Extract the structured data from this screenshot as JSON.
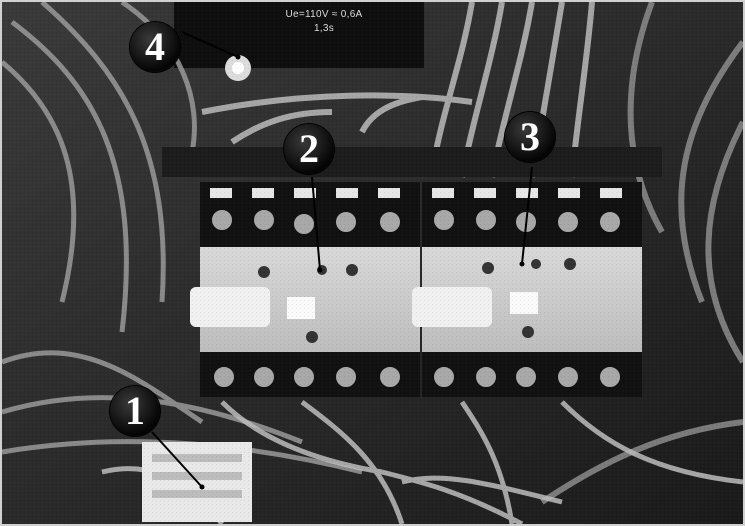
{
  "photo": {
    "label_plate": {
      "line1": "Ue=110V ≈ 0,6A",
      "line2": "1,3s"
    },
    "callouts": [
      {
        "label": "1",
        "target": "connector"
      },
      {
        "label": "2",
        "target": "contactor-left"
      },
      {
        "label": "3",
        "target": "contactor-right"
      },
      {
        "label": "4",
        "target": "indicator-lamp"
      }
    ]
  }
}
